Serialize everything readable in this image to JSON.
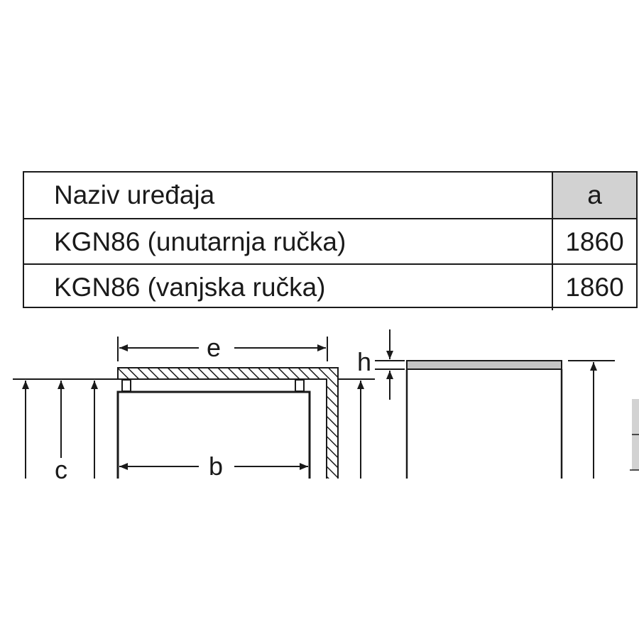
{
  "table": {
    "header": {
      "name": "Naziv uređaja",
      "value": "a"
    },
    "rows": [
      {
        "name": "KGN86 (unutarnja ručka)",
        "value": "1860"
      },
      {
        "name": "KGN86 (vanjska ručka)",
        "value": "1860"
      }
    ]
  },
  "diagram": {
    "labels": {
      "e": "e",
      "b": "b",
      "c": "c",
      "h": "h"
    }
  },
  "colors": {
    "line": "#1a1a1a",
    "header_fill": "#d2d2d2",
    "top_bar": "#c4c4c4"
  }
}
